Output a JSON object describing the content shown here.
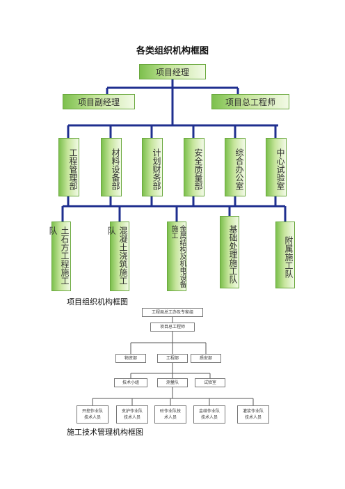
{
  "page": {
    "title": "各类组织机构框图",
    "caption1": "项目组织机构框图",
    "caption2": "施工技术管理机构框图"
  },
  "org1": {
    "top": "项目经理",
    "deputies": [
      "项目副经理",
      "项目总工程师"
    ],
    "departments": [
      "工程管理部",
      "材料设备部",
      "计划财务部",
      "安全质量部",
      "综合办公室",
      "中心试验室"
    ],
    "teams": [
      "土石方工程施工队",
      "混凝土浇筑施工队",
      "金属结构及机电设备施工",
      "基础处理施工队",
      "附属施工队"
    ]
  },
  "org2": {
    "top": "工程局总工办及专家组",
    "chief": "项目总工程师",
    "depts": [
      "物资部",
      "工程部",
      "质安部"
    ],
    "units": [
      "技术小组",
      "测量队",
      "试验室"
    ],
    "teams": [
      "开挖作业队技术人员",
      "支护作业队技术人员",
      "砼作业队技术人员",
      "金结作业队技术人员",
      "灌浆作业队技术人员"
    ]
  },
  "colors": {
    "box_green": "#7dc04e",
    "connector": "#1f2f8f"
  }
}
